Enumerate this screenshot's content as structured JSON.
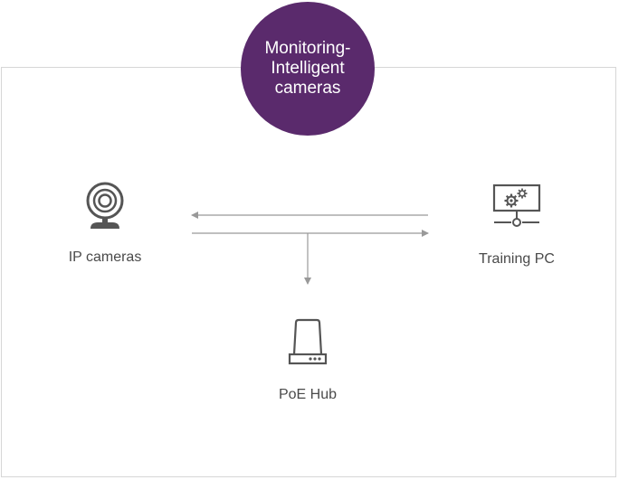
{
  "title": {
    "lines": [
      "Monitoring-",
      "Intelligent",
      "cameras"
    ],
    "color": "#5a2a6c"
  },
  "nodes": {
    "ip_cameras": {
      "label": "IP cameras",
      "icon": "webcam-icon"
    },
    "training_pc": {
      "label": "Training PC",
      "icon": "monitor-gears-icon"
    },
    "poe_hub": {
      "label": "PoE Hub",
      "icon": "hub-device-icon"
    }
  },
  "colors": {
    "icon": "#555555",
    "arrow": "#999999",
    "frame": "#d6d6d6"
  }
}
